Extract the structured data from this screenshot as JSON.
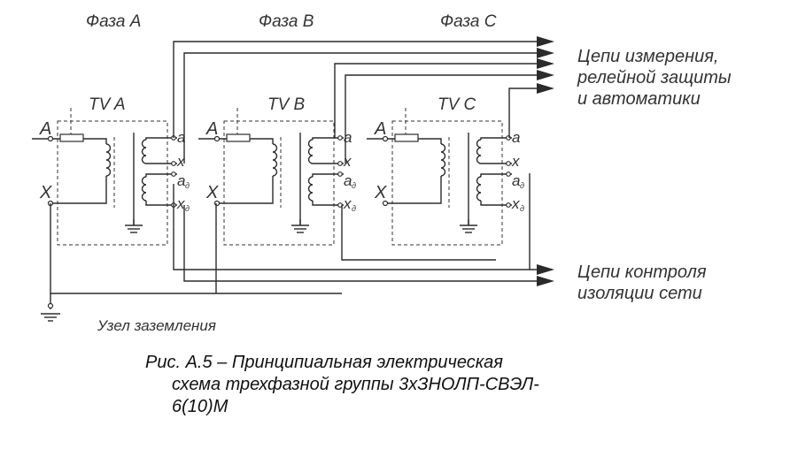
{
  "phases": [
    "Фаза A",
    "Фаза B",
    "Фаза C"
  ],
  "transformers": [
    "TV A",
    "TV B",
    "TV C"
  ],
  "terminals": {
    "primary_start": "A",
    "primary_end": "X",
    "secondary_start": "a",
    "secondary_end": "x",
    "aux_start": "a",
    "aux_end": "x",
    "aux_subscript": "д"
  },
  "outputs": {
    "measurement": [
      "Цепи измерения,",
      "релейной защиты",
      "и автоматики"
    ],
    "insulation": [
      "Цепи контроля",
      "изоляции сети"
    ]
  },
  "ground_label": "Узел заземления",
  "caption": {
    "line1": "Рис. А.5 – Принципиальная электрическая",
    "line2": "схема трехфазной группы 3хЗНОЛП-СВЭЛ-",
    "line3": "6(10)М"
  }
}
